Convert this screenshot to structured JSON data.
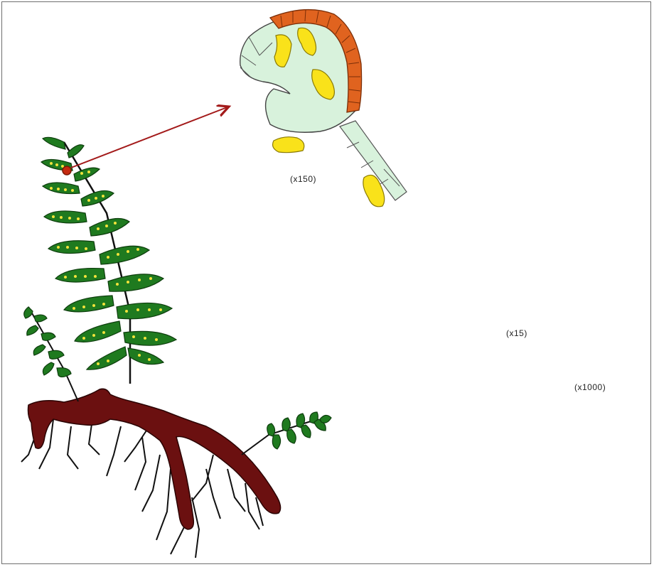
{
  "labels": {
    "sporangium_magnification": "(x150)",
    "prothallus_magnification": "(x15)",
    "gametangia_magnification": "(x1000)"
  },
  "colors": {
    "frond_green": "#1f7a1f",
    "frond_dark": "#0d3d0d",
    "sporus_yellow": "#f3e33a",
    "rhizome": "#6b1010",
    "annulus_orange": "#e0631f",
    "sporangium_fill": "#d8f2dc",
    "spore_yellow": "#f9e21a",
    "prothallus_green": "#19c419",
    "arrow_red": "#a31a1a",
    "archegonium_blue": "#22c8e8",
    "gametangium_gray": "#c8c8c8"
  }
}
